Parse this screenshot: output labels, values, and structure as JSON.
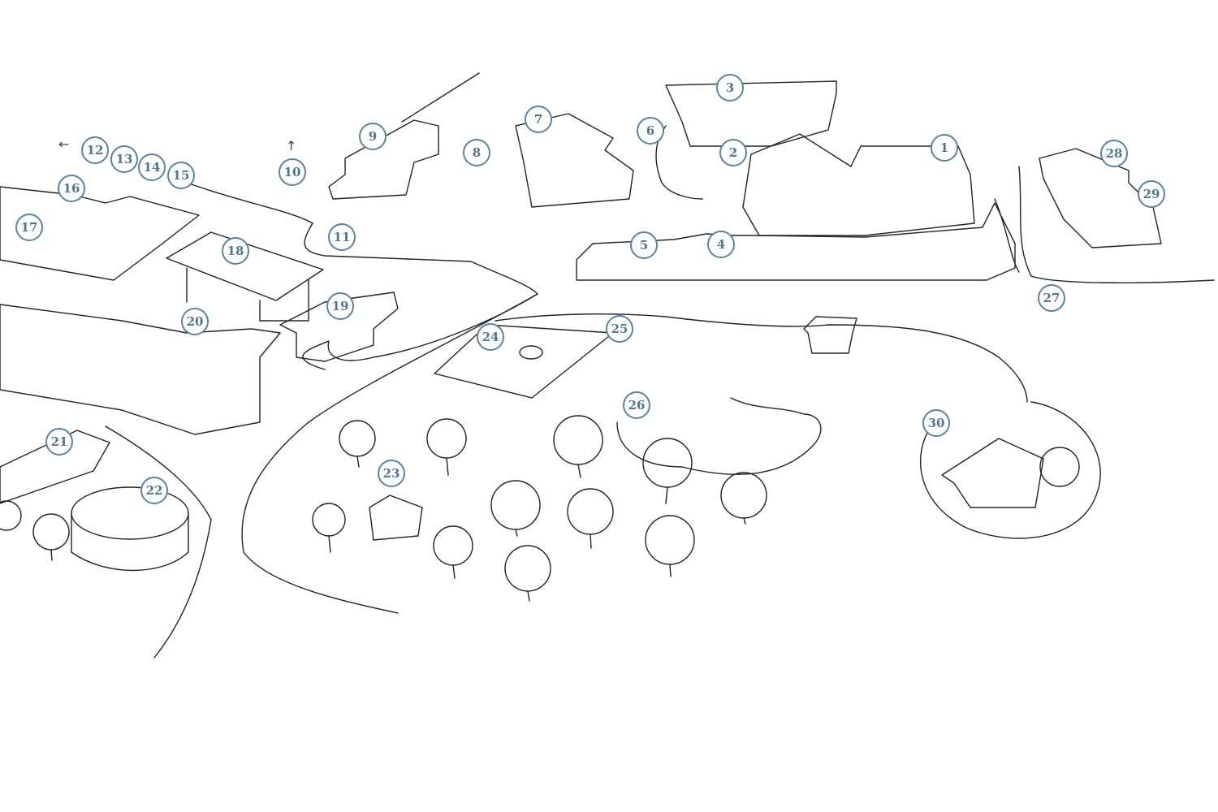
{
  "map": {
    "accent_color": "#4f7593",
    "markers": [
      {
        "label": "1"
      },
      {
        "label": "2"
      },
      {
        "label": "3"
      },
      {
        "label": "4"
      },
      {
        "label": "5"
      },
      {
        "label": "6"
      },
      {
        "label": "7"
      },
      {
        "label": "8"
      },
      {
        "label": "9"
      },
      {
        "label": "10"
      },
      {
        "label": "11"
      },
      {
        "label": "12"
      },
      {
        "label": "13"
      },
      {
        "label": "14"
      },
      {
        "label": "15"
      },
      {
        "label": "16"
      },
      {
        "label": "17"
      },
      {
        "label": "18"
      },
      {
        "label": "19"
      },
      {
        "label": "20"
      },
      {
        "label": "21"
      },
      {
        "label": "22"
      },
      {
        "label": "23"
      },
      {
        "label": "24"
      },
      {
        "label": "25"
      },
      {
        "label": "26"
      },
      {
        "label": "27"
      },
      {
        "label": "28"
      },
      {
        "label": "29"
      },
      {
        "label": "30"
      }
    ],
    "arrows": {
      "up": "↑",
      "left": "←"
    }
  }
}
